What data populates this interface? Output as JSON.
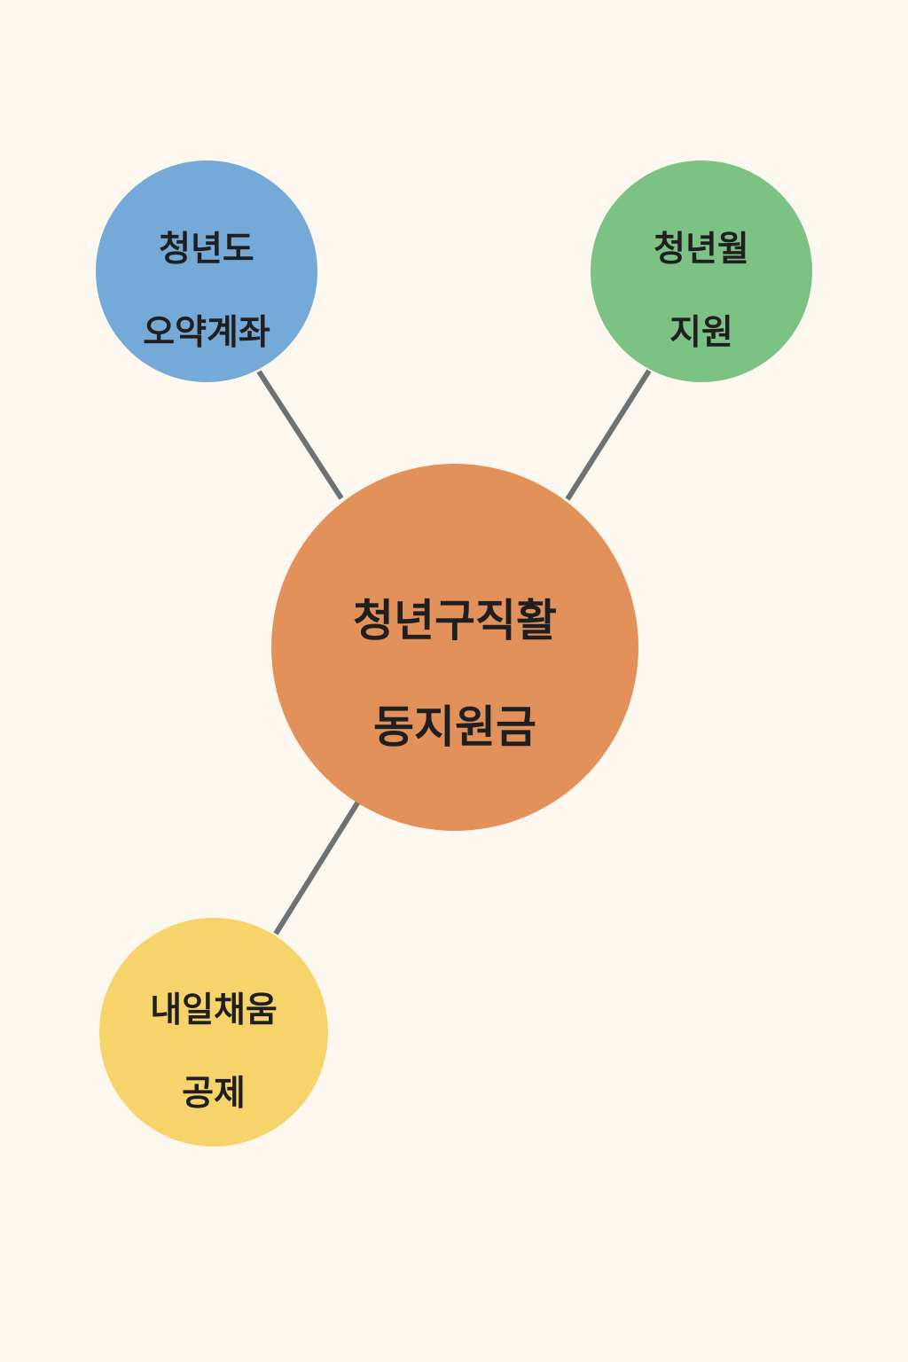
{
  "colors": {
    "background": "#fcf8ef",
    "connector": "#6d7272",
    "center": "#e3915a",
    "top_left": "#75a9d8",
    "top_right": "#7dc285",
    "bottom_left": "#f7d36b"
  },
  "nodes": {
    "center": {
      "line1": "청년구직활",
      "line2": "동지원금"
    },
    "top_left": {
      "line1": "청년도",
      "line2": "오약계좌"
    },
    "top_right": {
      "line1": "청년월",
      "line2": "지원"
    },
    "bottom_left": {
      "line1": "내일채움",
      "line2": "공제"
    }
  }
}
